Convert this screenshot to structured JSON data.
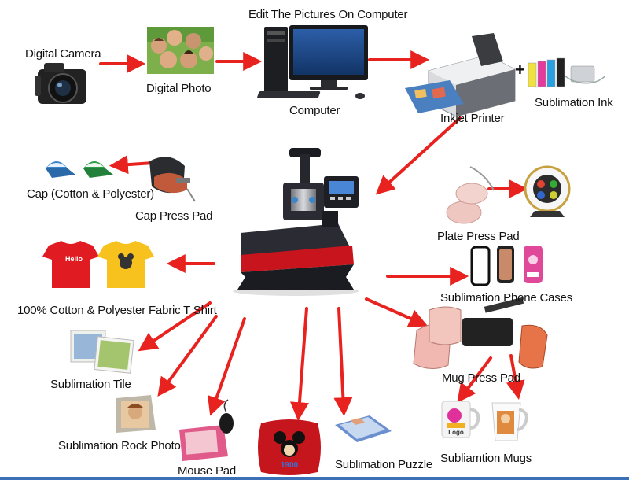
{
  "header": {
    "title": "Edit The Pictures On Computer"
  },
  "nodes": {
    "camera": "Digital Camera",
    "photo": "Digital Photo",
    "computer": "Computer",
    "printer": "Inkjet Printer",
    "ink": "Sublimation Ink",
    "cap": "Cap (Cotton & Polyester)",
    "cap_pad": "Cap Press Pad",
    "plate_pad": "Plate Press Pad",
    "phone_cases": "Sublimation Phone Cases",
    "tshirt": "100% Cotton & Polyester Fabric T Shirt",
    "tile": "Sublimation Tile",
    "mug_pad": "Mug Press Pad",
    "rock_photo": "Sublimation Rock Photo",
    "mouse_pad": "Mouse Pad",
    "puzzle": "Sublimation Puzzle",
    "mugs": "Subliamtion Mugs"
  },
  "plus_sign": "+",
  "artwork_text": {
    "tshirt_print": "Hello",
    "pillow_print": "1900",
    "mug_print": "Logo"
  },
  "colors": {
    "arrow": "#e8231f",
    "press_red": "#c8141c",
    "press_dark": "#1b1c22",
    "accent_bar": "#3b6fb6"
  }
}
